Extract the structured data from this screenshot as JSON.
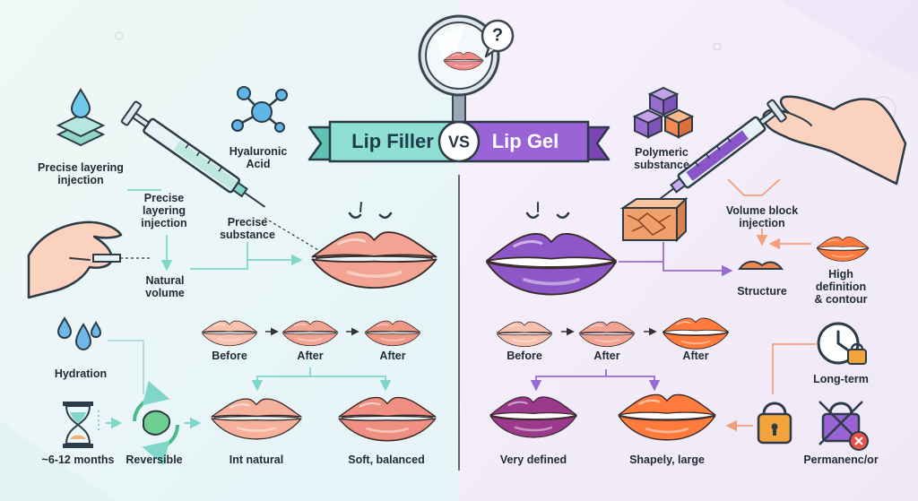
{
  "colors": {
    "filler_accent": "#7fd6c9",
    "gel_accent": "#8a55c9",
    "lip_natural": "#f2a391",
    "lip_purple": "#8e57c8",
    "lip_orange": "#ff7a3d",
    "lip_magenta": "#9b3a8c",
    "text": "#1f2a36"
  },
  "banner": {
    "left_title": "Lip Filler",
    "vs": "VS",
    "right_title": "Lip Gel",
    "mirror_question": "?"
  },
  "filler": {
    "layering_left": "Precise layering\ninjection",
    "layering_mid": "Precise\nlayering\ninjection",
    "hyaluronic": "Hyaluronic\nAcid",
    "substance": "Precise\nsubstance",
    "natural_volume": "Natural\nvolume",
    "hydration": "Hydration",
    "duration": "~6-12 months",
    "reversible": "Reversible",
    "before": "Before",
    "after_1": "After",
    "after_2": "After",
    "result_1": "Int natural",
    "result_2": "Soft, balanced"
  },
  "gel": {
    "polymeric": "Polymeric\nsubstance",
    "volume_block": "Volume block\ninjection",
    "structure": "Structure",
    "high_definition": "High definition\n& contour",
    "before": "Before",
    "after_1": "After",
    "after_2": "After",
    "long_term": "Long-term",
    "permanence": "Permanenc/or",
    "result_1": "Very defined",
    "result_2": "Shapely, large"
  }
}
